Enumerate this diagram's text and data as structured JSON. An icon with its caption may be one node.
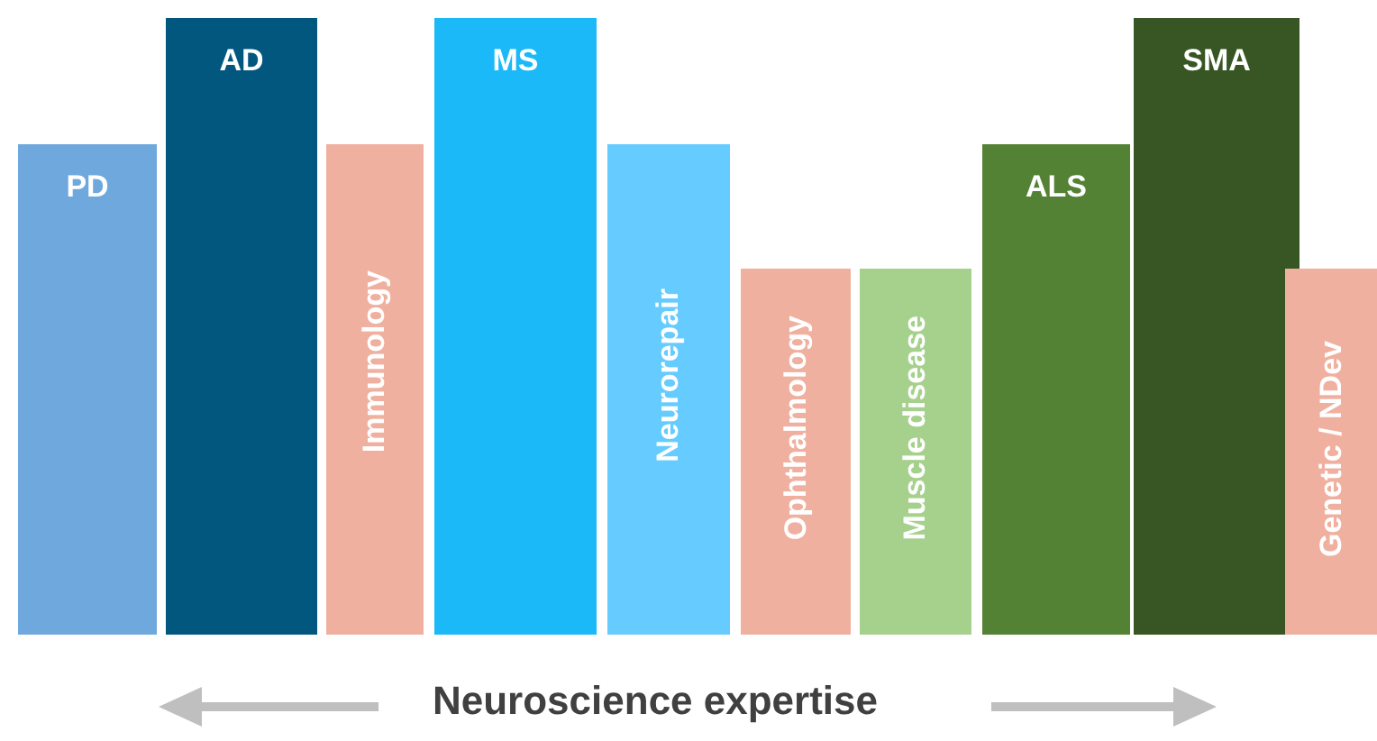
{
  "diagram": {
    "nodes": [
      {
        "text": [
          "PD"
        ]
      },
      {
        "text": [
          "AD"
        ]
      },
      {
        "text": [
          "Immunology"
        ]
      },
      {
        "text": [
          "MS"
        ]
      },
      {
        "text": [
          "Neurorepair"
        ]
      },
      {
        "text": [
          "Ophthalmology"
        ]
      },
      {
        "text": [
          "Muscle disease"
        ]
      },
      {
        "text": [
          "ALS"
        ]
      },
      {
        "text": [
          "SMA"
        ]
      },
      {
        "text": [
          "Genetic / NDev"
        ]
      }
    ],
    "labels": [
      "Neuroscience expertise"
    ]
  }
}
